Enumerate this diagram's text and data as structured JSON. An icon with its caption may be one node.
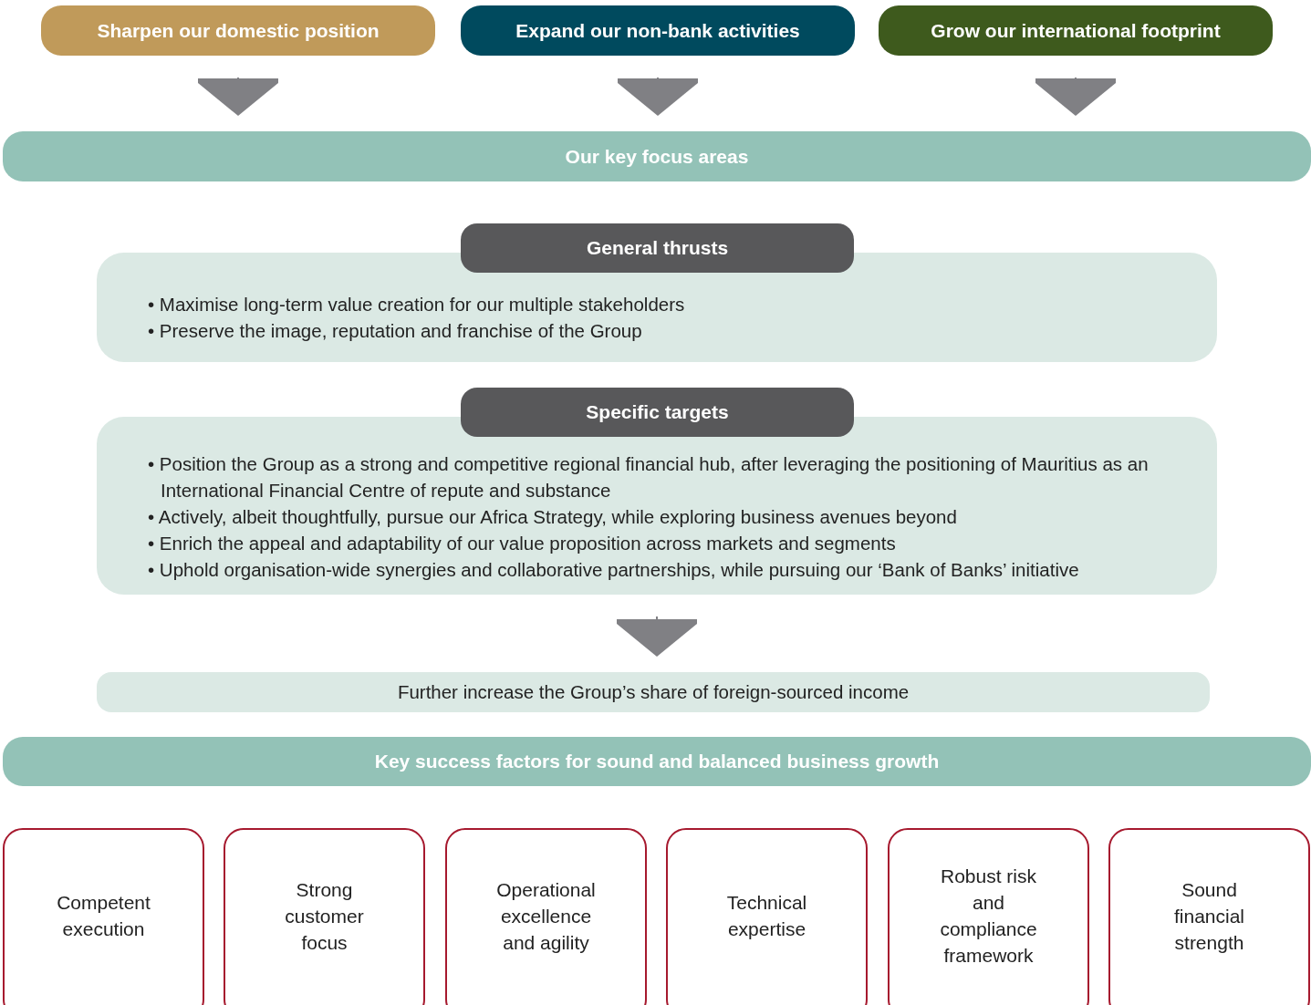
{
  "diagram": {
    "nodes": [
      {
        "text": [
          "Sharpen our domestic position"
        ]
      },
      {
        "text": [
          "Expand our non-bank activities"
        ]
      },
      {
        "text": [
          "Grow our international footprint"
        ]
      },
      {
        "text": [
          "Our key focus areas"
        ]
      },
      {
        "text": [
          "General thrusts",
          "• Maximise long-term value creation for our multiple stakeholders",
          "• Preserve the image, reputation and franchise of the Group"
        ]
      },
      {
        "text": [
          "Specific targets",
          "• Position the Group as a strong and competitive regional financial hub, after leveraging the positioning of Mauritius as an International Financial Centre of repute and substance",
          "• Actively, albeit thoughtfully, pursue our Africa Strategy, while exploring business avenues beyond",
          "• Enrich the appeal and adaptability of our value proposition across markets and segments",
          "• Uphold organisation-wide synergies and collaborative partnerships, while pursuing our ‘Bank of Banks’ initiative"
        ]
      },
      {
        "text": [
          "Further increase the Group’s share of foreign-sourced income"
        ]
      },
      {
        "text": [
          "Key success factors for sound and balanced business growth"
        ]
      },
      {
        "text": [
          "Competent execution"
        ]
      },
      {
        "text": [
          "Strong customer focus"
        ]
      },
      {
        "text": [
          "Operational excellence and agility"
        ]
      },
      {
        "text": [
          "Technical expertise"
        ]
      },
      {
        "text": [
          "Robust risk and compliance framework"
        ]
      },
      {
        "text": [
          "Sound financial strength"
        ]
      }
    ],
    "edges": [
      {
        "from": 0,
        "to": 3,
        "arrow": "to"
      },
      {
        "from": 1,
        "to": 3,
        "arrow": "to"
      },
      {
        "from": 2,
        "to": 3,
        "arrow": "to"
      },
      {
        "from": 5,
        "to": 6,
        "arrow": "to"
      }
    ]
  }
}
